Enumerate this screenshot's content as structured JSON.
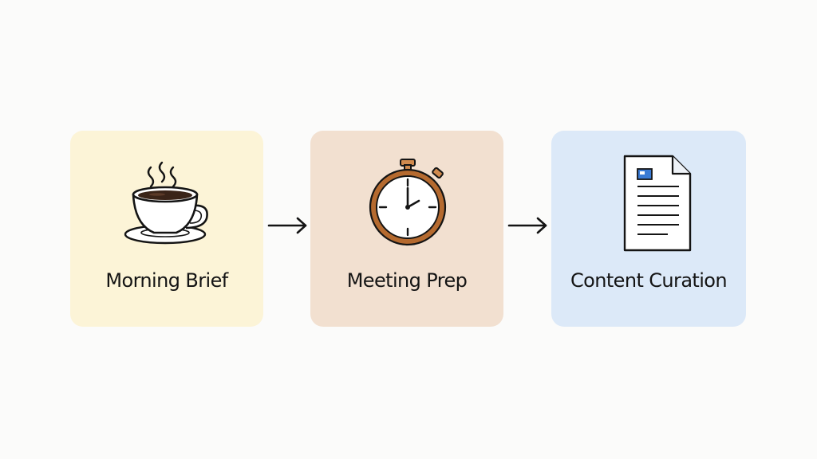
{
  "colors": {
    "background": "#fbfbfa",
    "ink": "#141414",
    "card_morning": "#fcf4d7",
    "card_meeting": "#f2e0d0",
    "card_content": "#dce9f8",
    "stopwatch_accent": "#b56a2f",
    "coffee": "#3a2418",
    "document_accent": "#3a7bd5"
  },
  "flow": {
    "steps": [
      {
        "label": "Morning Brief",
        "icon": "coffee-cup-icon",
        "color": "#fcf4d7"
      },
      {
        "label": "Meeting Prep",
        "icon": "stopwatch-icon",
        "color": "#f2e0d0"
      },
      {
        "label": "Content Curation",
        "icon": "document-icon",
        "color": "#dce9f8"
      }
    ],
    "connectors": [
      {
        "icon": "arrow-right-icon"
      },
      {
        "icon": "arrow-right-icon"
      }
    ]
  }
}
